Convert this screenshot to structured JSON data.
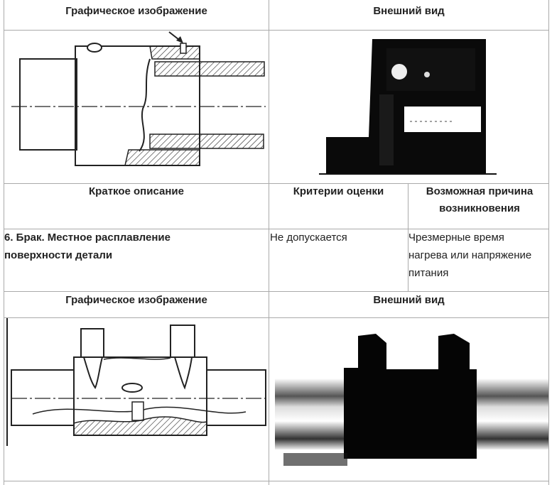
{
  "table": {
    "header_graphic": "Графическое изображение",
    "header_view": "Внешний вид",
    "header_desc": "Краткое описание",
    "header_criteria": "Критерии оценки",
    "header_cause": "Возможная причина возникновения",
    "row6": {
      "desc": "6. Брак. Местное расплавление поверхности детали",
      "criteria": "Не допускается",
      "cause": "Чрезмерные время нагрева или напряжение питания"
    },
    "header_graphic_2": "Графическое изображение",
    "header_view_2": "Внешний вид"
  }
}
